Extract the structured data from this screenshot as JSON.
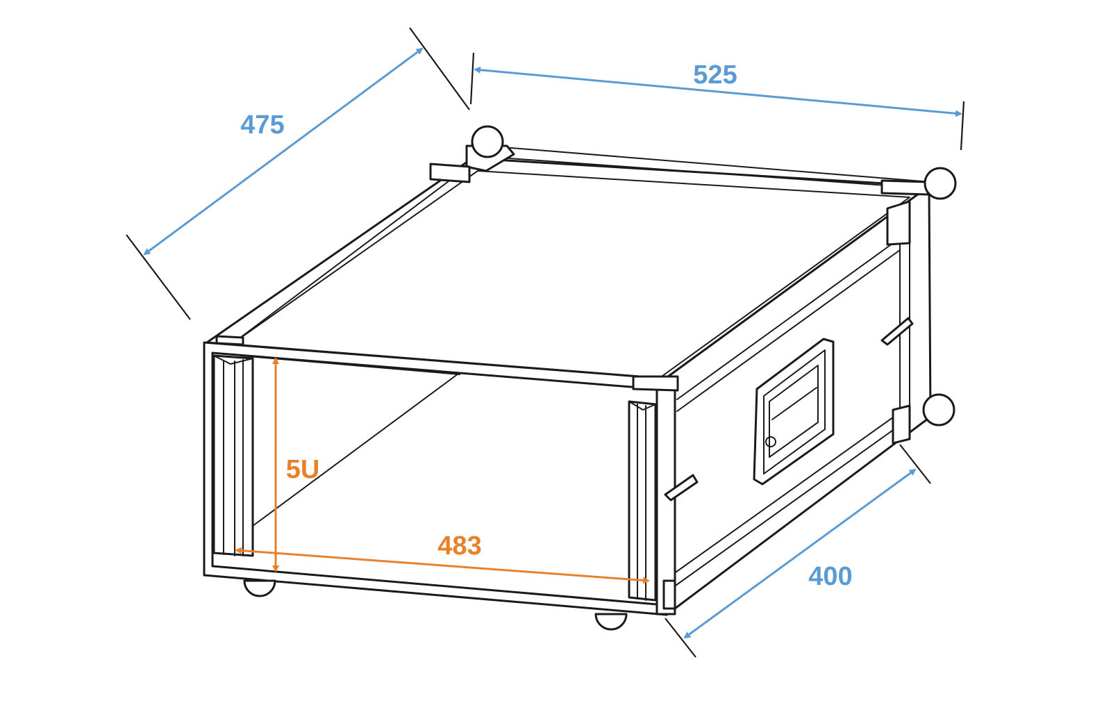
{
  "dimensions": {
    "depth": "475",
    "width": "525",
    "side_depth": "400",
    "rack_width": "483",
    "rack_height": "5U"
  },
  "colors": {
    "outer_dimension": "#5a9bd4",
    "rack_dimension": "#e8822a",
    "line_art": "#1a1a1a",
    "background": "#ffffff"
  }
}
